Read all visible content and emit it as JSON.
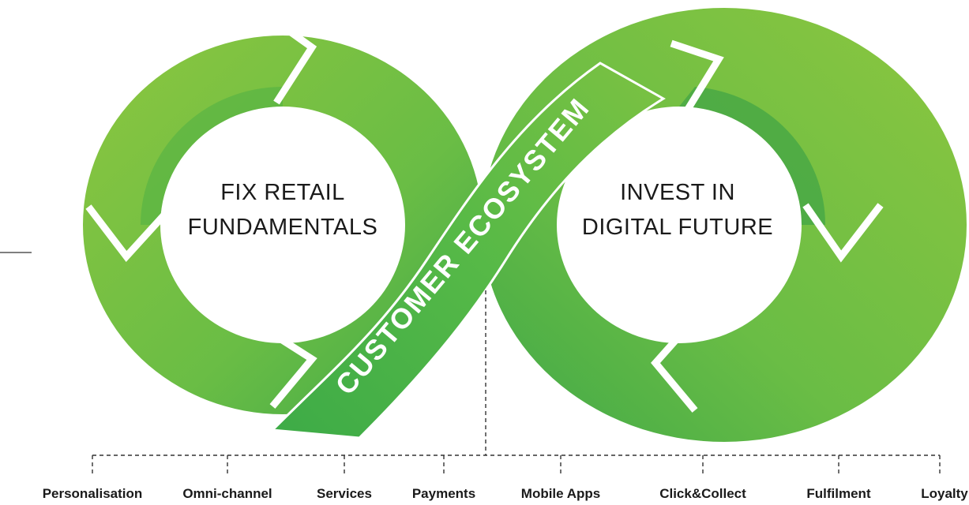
{
  "left_loop": {
    "line1": "FIX RETAIL",
    "line2": "FUNDAMENTALS"
  },
  "right_loop": {
    "line1": "INVEST IN",
    "line2": "DIGITAL FUTURE"
  },
  "band_label": "CUSTOMER ECOSYSTEM",
  "items": [
    {
      "label": "Personalisation"
    },
    {
      "label": "Omni-channel"
    },
    {
      "label": "Services"
    },
    {
      "label": "Payments"
    },
    {
      "label": "Mobile Apps"
    },
    {
      "label": "Click&Collect"
    },
    {
      "label": "Fulfilment"
    },
    {
      "label": "Loyalty"
    }
  ],
  "colors": {
    "green_light": "#8cc63f",
    "green_mid": "#6abd45",
    "green_dark": "#2e9e48",
    "band": "#4cb648",
    "text": "#1a1a1a"
  }
}
